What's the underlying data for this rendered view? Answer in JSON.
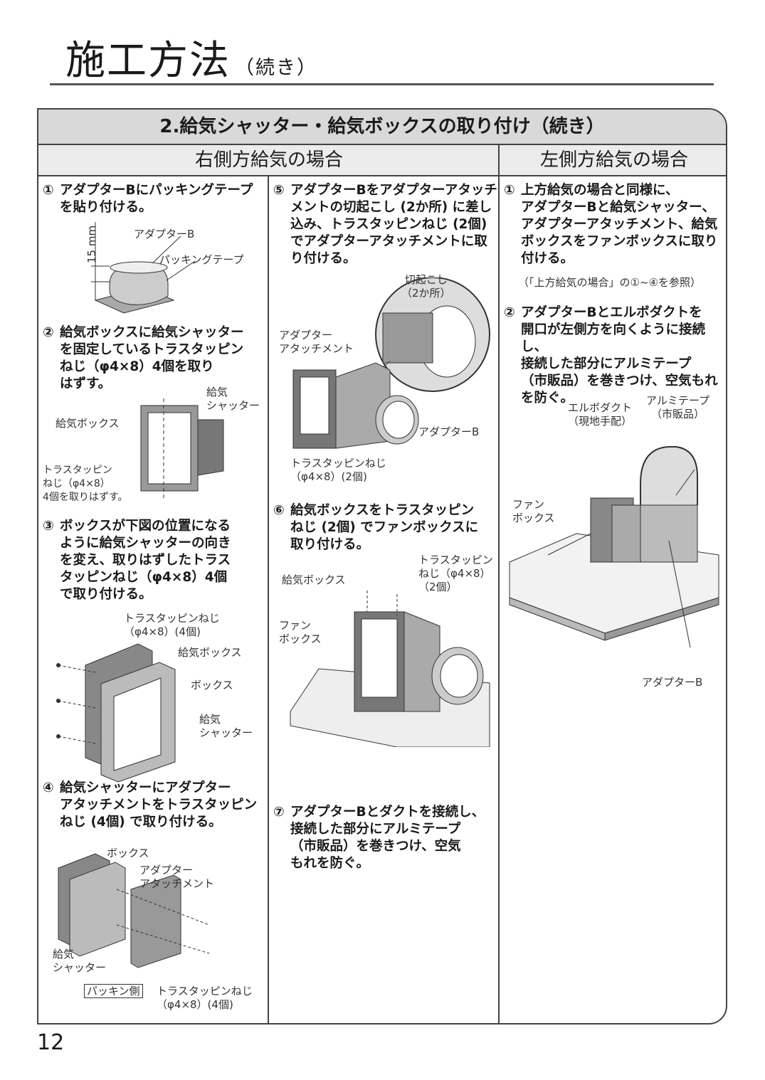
{
  "page": {
    "title": "施工方法",
    "title_sub": "（続き）",
    "number": "12"
  },
  "section": {
    "heading": "2.給気シャッター・給気ボックスの取り付け（続き）",
    "right_case": "右側方給気の場合",
    "left_case": "左側方給気の場合"
  },
  "col1": {
    "step1": {
      "num": "①",
      "lines": [
        "アダプターBにパッキングテープ",
        "を貼り付ける。"
      ]
    },
    "fig1_labels": {
      "dim": "15 mm",
      "adapter": "アダプターB",
      "tape": "パッキングテープ"
    },
    "step2": {
      "num": "②",
      "lines": [
        "給気ボックスに給気シャッター",
        "を固定しているトラスタッピン",
        "ねじ（φ4×8）4個を取り",
        "はずす。"
      ]
    },
    "fig2_labels": {
      "shutter": "給気\nシャッター",
      "box": "給気ボックス",
      "screw": "トラスタッピン\nねじ（φ4×8）\n4個を取りはずす。"
    },
    "step3": {
      "num": "③",
      "lines": [
        "ボックスが下図の位置になる",
        "ように給気シャッターの向き",
        "を変え、取りはずしたトラス",
        "タッピンねじ（φ4×8）4個",
        "で取り付ける。"
      ]
    },
    "fig3_labels": {
      "screw": "トラスタッピンねじ\n（φ4×8）(4個)",
      "supply_box": "給気ボックス",
      "box": "ボックス",
      "shutter": "給気\nシャッター"
    },
    "step4": {
      "num": "④",
      "lines": [
        "給気シャッターにアダプター",
        "アタッチメントをトラスタッピン",
        "ねじ (4個) で取り付ける。"
      ]
    },
    "fig4_labels": {
      "box": "ボックス",
      "attach": "アダプター\nアタッチメント",
      "shutter": "給気\nシャッター",
      "packing": "パッキン側",
      "screw": "トラスタッピンねじ\n（φ4×8）(4個)"
    }
  },
  "col2": {
    "step5": {
      "num": "⑤",
      "lines": [
        "アダプターBをアダプターアタッチ",
        "メントの切起こし (2か所) に差し",
        "込み、トラスタッピンねじ (2個)",
        "でアダプターアタッチメントに取",
        "り付ける。"
      ]
    },
    "fig5_labels": {
      "cut": "切起こし\n（2か所）",
      "attach": "アダプター\nアタッチメント",
      "adapter": "アダプターB",
      "screw": "トラスタッピンねじ\n（φ4×8）(2個)"
    },
    "step6": {
      "num": "⑥",
      "lines": [
        "給気ボックスをトラスタッピン",
        "ねじ (2個) でファンボックスに",
        "取り付ける。"
      ]
    },
    "fig6_labels": {
      "screw": "トラスタッピン\nねじ（φ4×8）\n（2個）",
      "supply_box": "給気ボックス",
      "fan_box": "ファン\nボックス"
    },
    "step7": {
      "num": "⑦",
      "lines": [
        "アダプターBとダクトを接続し、",
        "接続した部分にアルミテープ",
        "（市販品）を巻きつけ、空気",
        "もれを防ぐ。"
      ]
    }
  },
  "col3": {
    "step1": {
      "num": "①",
      "lines": [
        "上方給気の場合と同様に、",
        "アダプターBと給気シャッター、",
        "アダプターアタッチメント、給気",
        "ボックスをファンボックスに取り",
        "付ける。"
      ]
    },
    "step1_note": "（「上方給気の場合」の①~④を参照）",
    "step2": {
      "num": "②",
      "lines": [
        "アダプターBとエルボダクトを",
        "開口が左側方を向くように接続し、",
        "接続した部分にアルミテープ",
        "（市販品）を巻きつけ、空気もれ",
        "を防ぐ。"
      ]
    },
    "fig_labels": {
      "elbow": "エルボダクト\n（現地手配）",
      "alu": "アルミテープ\n（市販品）",
      "fan_box": "ファン\nボックス",
      "adapter": "アダプターB"
    }
  }
}
